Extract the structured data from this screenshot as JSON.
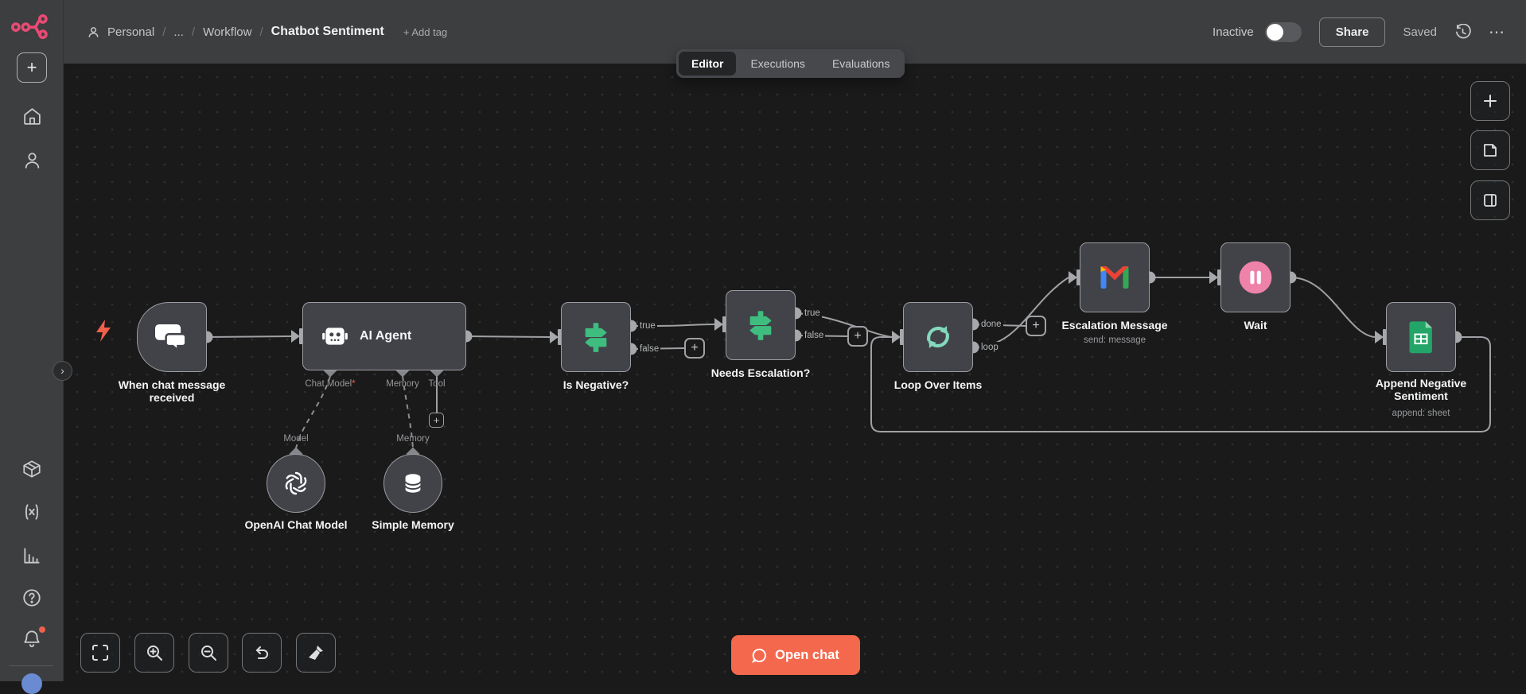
{
  "topbar": {
    "breadcrumb": {
      "project": "Personal",
      "sep1": "/",
      "ellipsis": "...",
      "sep2": "/",
      "folder": "Workflow",
      "sep3": "/",
      "title": "Chatbot Sentiment"
    },
    "add_tag": "+ Add tag",
    "status": "Inactive",
    "share": "Share",
    "saved": "Saved",
    "more": "⋯"
  },
  "tabs": {
    "editor": "Editor",
    "executions": "Executions",
    "evaluations": "Evaluations"
  },
  "nodes": {
    "trigger": {
      "label": "When chat message received"
    },
    "agent": {
      "label": "AI Agent",
      "port_chat_model": "Chat Model",
      "required_mark": "*",
      "port_memory": "Memory",
      "port_tool": "Tool"
    },
    "openai": {
      "port": "Model",
      "label": "OpenAI Chat Model"
    },
    "simple_memory": {
      "port": "Memory",
      "label": "Simple Memory"
    },
    "is_negative": {
      "label": "Is Negative?",
      "out_true": "true",
      "out_false": "false"
    },
    "needs_escalation": {
      "label": "Needs Escalation?",
      "out_true": "true",
      "out_false": "false"
    },
    "loop": {
      "label": "Loop Over Items",
      "out_done": "done",
      "out_loop": "loop"
    },
    "gmail": {
      "label": "Escalation Message",
      "subtitle": "send: message"
    },
    "wait": {
      "label": "Wait"
    },
    "sheets": {
      "label": "Append Negative Sentiment",
      "subtitle": "append: sheet"
    }
  },
  "open_chat": "Open chat",
  "ui": {
    "plus": "+",
    "chevron": "›"
  },
  "icon_names": {
    "sidebar": [
      "add-workflow",
      "home",
      "user",
      "templates",
      "variables",
      "insights",
      "help",
      "notifications"
    ],
    "canvas_controls": [
      "fit-view",
      "zoom-in",
      "zoom-out",
      "undo",
      "tidy-up"
    ],
    "canvas_right": [
      "add-node",
      "sticky-note",
      "toggle-panel"
    ]
  },
  "colors": {
    "logo_pink": "#e94a74",
    "primary_orange": "#f4694e",
    "trigger_bolt": "#f0604c",
    "if_green": "#3ebd7f",
    "loop_mint": "#84d9bd",
    "wait_pink": "#ee82a8",
    "sheets_green": "#23a567",
    "gmail_red": "#ea4335",
    "gmail_blue": "#4285f4",
    "gmail_green": "#34a853",
    "canvas_bg": "#1a1a1a",
    "chrome_bg": "#3c3e40",
    "node_bg": "#414349",
    "node_border": "#9b9da1",
    "wire": "#9fa1a4"
  }
}
